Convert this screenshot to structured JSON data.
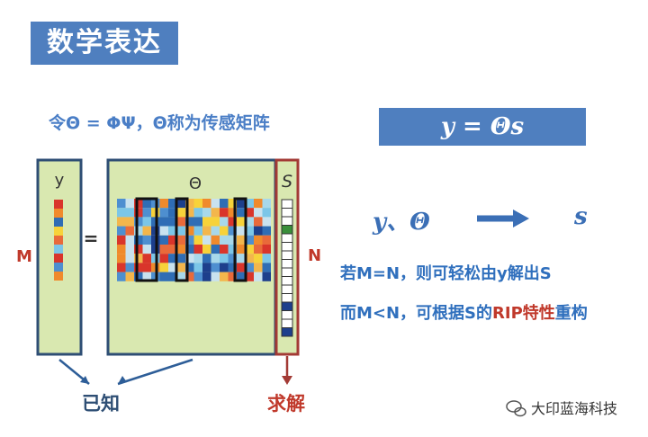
{
  "title": "数学表达",
  "equation_text": "令Θ = ΦΨ，Θ称为传感矩阵",
  "formula_box": "y = Θs",
  "diagram": {
    "y_label": "y",
    "equals": "=",
    "theta_label": "Θ",
    "s_label": "S",
    "m_label": "M",
    "n_label": "N",
    "known_label": "已知",
    "solve_label": "求解"
  },
  "right": {
    "inputs": "y、Θ",
    "output": "s",
    "note1": "若M=N，则可轻松由y解出S",
    "note2_prefix": "而M<N，可根据S的",
    "note2_highlight": "RIP特性",
    "note2_suffix": "重构"
  },
  "watermark": "大印蓝海科技",
  "colors": {
    "accent_blue": "#4f7fbf",
    "text_blue": "#2f6fbd",
    "red": "#c0392b",
    "panel_fill": "#d9e8b0",
    "panel_border": "#2e4e74",
    "arrow_blue": "#2e5e98"
  }
}
